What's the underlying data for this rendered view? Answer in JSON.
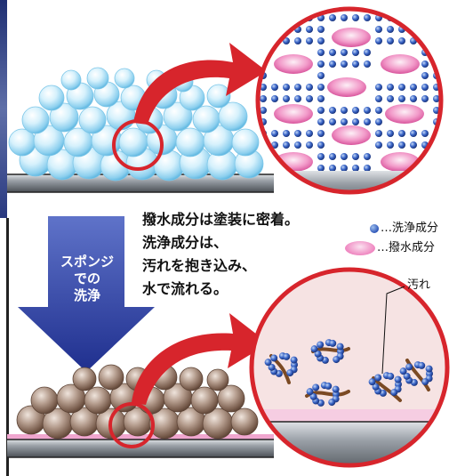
{
  "caption": {
    "line1": "撥水成分は塗装に密着。",
    "line2": "洗浄成分は、",
    "line3": "汚れを抱き込み、",
    "line4": "水で流れる。"
  },
  "legend": {
    "cleaning_component": "…洗浄成分",
    "repellent_component": "…撥水成分"
  },
  "arrow_label": {
    "line1": "スポンジ",
    "line2": "での",
    "line3": "洗浄"
  },
  "dirt_label": "汚れ",
  "colors": {
    "foam_blue": "#b9e4f7",
    "foam_brown": "#8e7464",
    "magnifier_red": "#d7252c",
    "arrow_navy": "#233a9c",
    "panel_steel": "#6f757c",
    "repellent_pink": "#ee80bd",
    "cleaning_blue": "#2d55b8",
    "dirt_brown": "#7b4a24"
  }
}
